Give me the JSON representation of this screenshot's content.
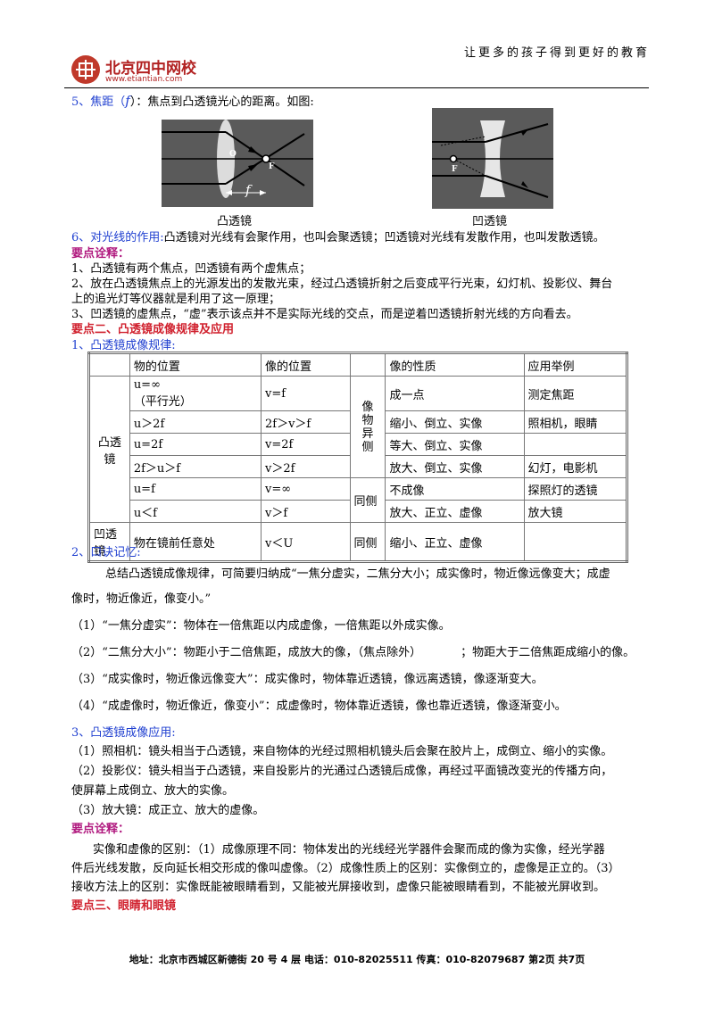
{
  "header": {
    "slogan": "让更多的孩子得到更好的教育",
    "logo_name": "北京四中网校",
    "logo_url": "www.etiantian.com"
  },
  "s5": {
    "num": "5、焦距（",
    "f": "f",
    "rest": "）：焦点到凸透镜光心的距离。如图:"
  },
  "fig1": {
    "o": "O",
    "f": "F",
    "flabel": "f",
    "caption": "凸透镜"
  },
  "fig2": {
    "f": "F",
    "caption": "凹透镜"
  },
  "s6": {
    "head": "6、对光线的作用:",
    "text": "凸透镜对光线有会聚作用，也叫会聚透镜；凹透镜对光线有发散作用，也叫发散透镜。"
  },
  "note1": {
    "title": "要点诠释：",
    "l1": "1、凸透镜有两个焦点，凹透镜有两个虚焦点；",
    "l2a": "2、放在凸透镜焦点上的光源发出的发散光束，经过凸透镜折射之后变成平行光束，幻灯机、投影仪、舞台",
    "l2b": "上的追光灯等仪器就是利用了这一原理；",
    "l3": "3、凹透镜的虚焦点，“虚”表示该点并不是实际光线的交点，而是逆着凹透镜折射光线的方向看去。"
  },
  "sec2": {
    "title": "要点二、凸透镜成像规律及应用"
  },
  "s1": {
    "title": "1、凸透镜成像规律:"
  },
  "table": {
    "h_obj": "物的位置",
    "h_img": "像的位置",
    "h_prop": "像的性质",
    "h_app": "应用举例",
    "convex_label": "凸透镜",
    "concave_label": "凹透镜",
    "r1": {
      "obj1": "u=∞",
      "obj2": "（平行光）",
      "img": "v=f",
      "prop": "成一点",
      "app": "测定焦距"
    },
    "side_a": "像物异侧",
    "r2": {
      "obj": "u＞2f",
      "img": "2f＞v＞f",
      "prop": "缩小、倒立、实像",
      "app": "照相机，眼睛"
    },
    "r3": {
      "obj": "u=2f",
      "img": "v=2f",
      "prop": "等大、倒立、实像",
      "app": ""
    },
    "r4": {
      "obj": "2f＞u＞f",
      "img": "v＞2f",
      "prop": "放大、倒立、实像",
      "app": "幻灯，电影机"
    },
    "r5": {
      "obj": "u=f",
      "img": "v=∞",
      "prop": "不成像",
      "app": "探照灯的透镜"
    },
    "side_b": "同侧",
    "r6": {
      "obj": "u＜f",
      "img": "v＞f",
      "prop": "放大、正立、虚像",
      "app": "放大镜"
    },
    "r7": {
      "obj": "物在镜前任意处",
      "img": "v＜U",
      "side": "同侧",
      "prop": "缩小、正立、虚像",
      "app": ""
    }
  },
  "s2": {
    "title": "2、口诀记忆:",
    "p1a": "总结凸透镜成像规律，可简要归纳成“一焦分虚实，二焦分大小；成实像时，物近像远像变大；成虚",
    "p1b": "像时，物近像近，像变小。”",
    "i1": "（1）“一焦分虚实”：物体在一倍焦距以内成虚像，一倍焦距以外成实像。",
    "i2a": "（2）“二焦分大小”：物距小于二倍焦距，成放大的像，（焦点除外）",
    "i2b": "；物距大于二倍焦距成缩小的像。",
    "i3": "（3）“成实像时，物近像远像变大”：成实像时，物体靠近透镜，像远离透镜，像逐渐变大。",
    "i4": "（4）“成虚像时，物近像近，像变小”：成虚像时，物体靠近透镜，像也靠近透镜，像逐渐变小。"
  },
  "s3": {
    "title": "3、凸透镜成像应用:",
    "l1": "（1）照相机：镜头相当于凸透镜，来自物体的光经过照相机镜头后会聚在胶片上，成倒立、缩小的实像。",
    "l2a": "（2）投影仪：镜头相当于凸透镜，来自投影片的光通过凸透镜后成像，再经过平面镜改变光的传播方向，",
    "l2b": "使屏幕上成倒立、放大的实像。",
    "l3": "（3）放大镜：成正立、放大的虚像。"
  },
  "note2": {
    "title": "要点诠释：",
    "p1": "实像和虚像的区别：（1）成像原理不同：物体发出的光线经光学器件会聚而成的像为实像，经光学器",
    "p2": "件后光线发散，反向延长相交形成的像叫虚像。（2）成像性质上的区别：实像倒立的，虚像是正立的。（3）",
    "p3": "接收方法上的区别：实像既能被眼睛看到，又能被光屏接收到，虚像只能被眼睛看到，不能被光屏收到。"
  },
  "sec3": {
    "title": "要点三、眼睛和眼镜"
  },
  "footer": {
    "text": "地址：北京市西城区新德街 20 号 4 层  电话：010-82025511  传真：010-82079687    第2页  共7页"
  }
}
